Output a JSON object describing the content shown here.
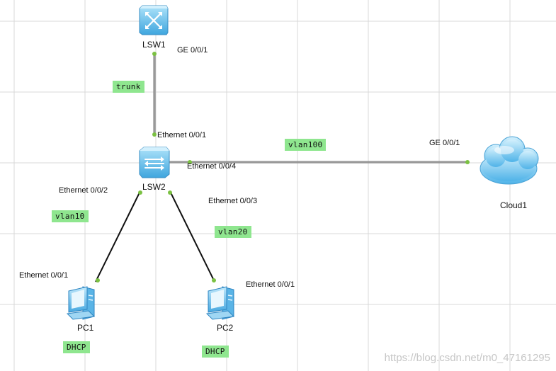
{
  "nodes": {
    "lsw1": {
      "name": "LSW1",
      "port": "GE 0/0/1"
    },
    "lsw2": {
      "name": "LSW2",
      "uplink_port": "Ethernet 0/0/1",
      "cloud_port": "Ethernet 0/0/4",
      "pc1_port": "Ethernet 0/0/2",
      "pc2_port": "Ethernet 0/0/3"
    },
    "cloud1": {
      "name": "Cloud1",
      "port": "GE 0/0/1"
    },
    "pc1": {
      "name": "PC1",
      "port": "Ethernet 0/0/1",
      "mode": "DHCP"
    },
    "pc2": {
      "name": "PC2",
      "port": "Ethernet 0/0/1",
      "mode": "DHCP"
    }
  },
  "links": {
    "lsw1_lsw2": "trunk",
    "lsw2_cloud1": "vlan100",
    "lsw2_pc1": "vlan10",
    "lsw2_pc2": "vlan20"
  },
  "colors": {
    "tag_bg": "#8fe68f",
    "port_dot": "#7bc142",
    "device_blue": "#5ab4e6",
    "grid": "#d9d9d9"
  },
  "watermark": "https://blog.csdn.net/m0_47161295"
}
